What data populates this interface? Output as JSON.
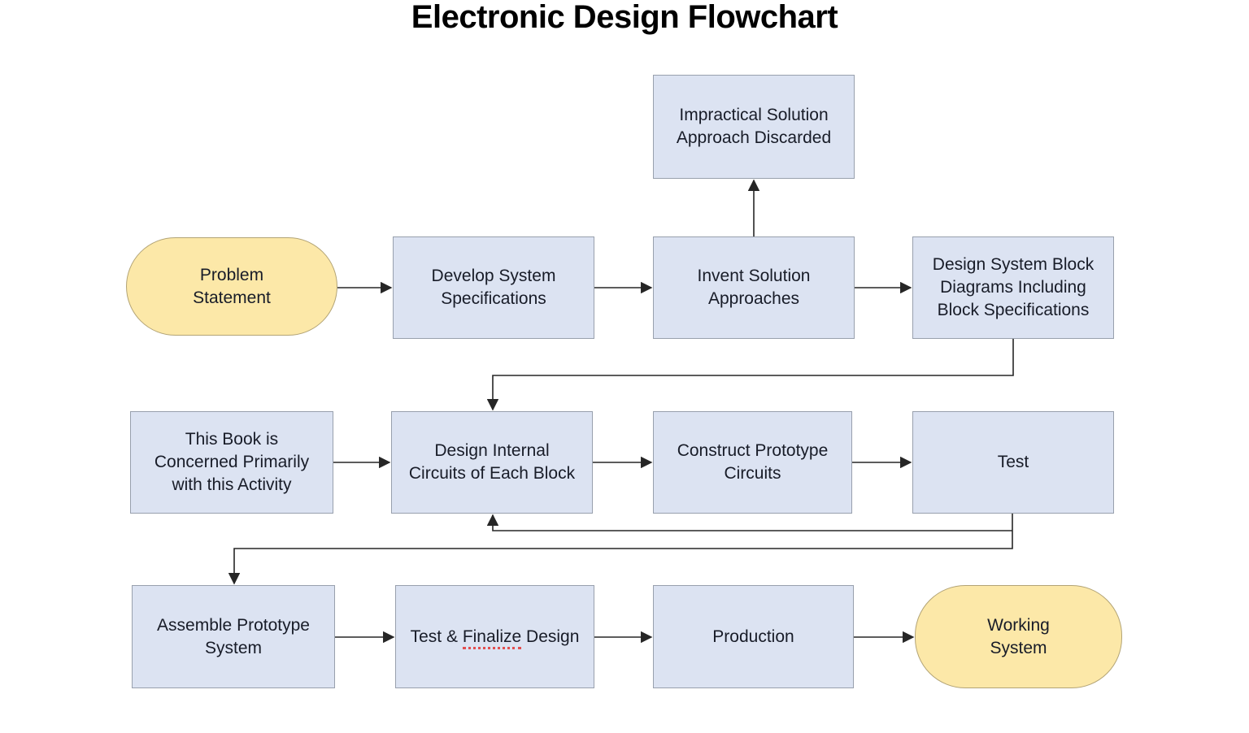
{
  "title": "Electronic Design Flowchart",
  "colors": {
    "background": "#ffffff",
    "process_fill": "#dce3f2",
    "process_border": "#98a0ad",
    "terminator_fill": "#fce8a8",
    "terminator_border": "#b3a476",
    "connector": "#262626",
    "text": "#181c28",
    "spellcheck_underline": "#e34f4f"
  },
  "nodes": {
    "impractical": {
      "type": "process",
      "label": "Impractical Solution\nApproach Discarded"
    },
    "problem": {
      "type": "terminator",
      "label": "Problem\nStatement"
    },
    "develop": {
      "type": "process",
      "label": "Develop System\nSpecifications"
    },
    "invent": {
      "type": "process",
      "label": "Invent Solution\nApproaches"
    },
    "design_block": {
      "type": "process",
      "label": "Design System Block\nDiagrams Including\nBlock Specifications"
    },
    "book": {
      "type": "process",
      "label": "This Book is\nConcerned Primarily\nwith this Activity"
    },
    "design_internal": {
      "type": "process",
      "label": "Design Internal\nCircuits of Each Block"
    },
    "construct": {
      "type": "process",
      "label": "Construct Prototype\nCircuits"
    },
    "test": {
      "type": "process",
      "label": "Test"
    },
    "assemble": {
      "type": "process",
      "label": "Assemble Prototype\nSystem"
    },
    "finalize": {
      "type": "process",
      "label_pre": "Test & ",
      "label_flagged": "Finalize",
      "label_post": " Design"
    },
    "production": {
      "type": "process",
      "label": "Production"
    },
    "working": {
      "type": "terminator",
      "label": "Working\nSystem"
    }
  },
  "edges": [
    {
      "from": "problem-statement",
      "to": "develop-system-specifications"
    },
    {
      "from": "develop-system-specifications",
      "to": "invent-solution-approaches"
    },
    {
      "from": "invent-solution-approaches",
      "to": "impractical-solution-approach-discarded"
    },
    {
      "from": "invent-solution-approaches",
      "to": "design-system-block-diagrams"
    },
    {
      "from": "design-system-block-diagrams",
      "to": "design-internal-circuits"
    },
    {
      "from": "this-book-note",
      "to": "design-internal-circuits"
    },
    {
      "from": "design-internal-circuits",
      "to": "construct-prototype-circuits"
    },
    {
      "from": "construct-prototype-circuits",
      "to": "test"
    },
    {
      "from": "test",
      "to": "design-internal-circuits"
    },
    {
      "from": "test",
      "to": "assemble-prototype-system"
    },
    {
      "from": "assemble-prototype-system",
      "to": "test-finalize-design"
    },
    {
      "from": "test-finalize-design",
      "to": "production"
    },
    {
      "from": "production",
      "to": "working-system"
    }
  ]
}
